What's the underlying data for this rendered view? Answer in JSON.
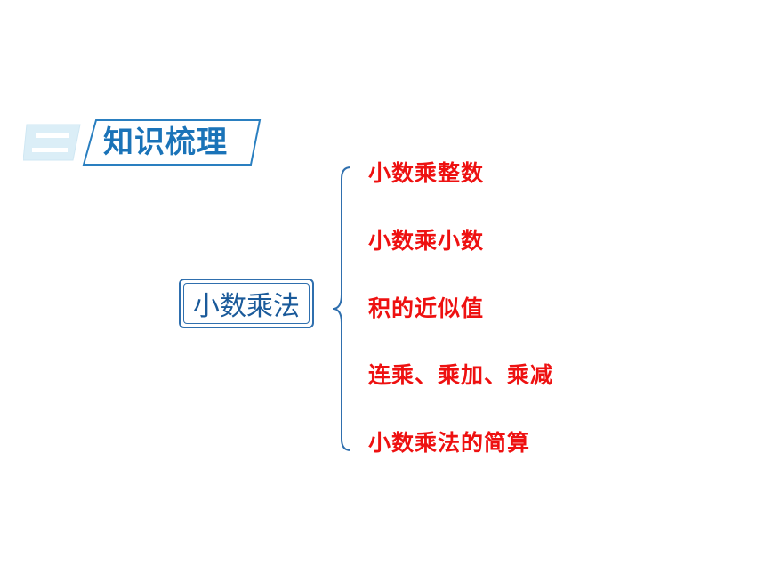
{
  "header": {
    "title": "知识梳理"
  },
  "mindmap": {
    "center": "小数乘法",
    "branches": [
      "小数乘整数",
      "小数乘小数",
      "积的近似值",
      "连乘、乘加、乘减",
      "小数乘法的简算"
    ]
  },
  "colors": {
    "header_text": "#1a73b8",
    "header_border": "#2a7fc0",
    "header_icon": "#dbeef7",
    "center_border": "#2f6fae",
    "center_text": "#1a5a9a",
    "branch_text": "#ee1111"
  },
  "icons": {
    "header_icon": "number-two-icon"
  }
}
